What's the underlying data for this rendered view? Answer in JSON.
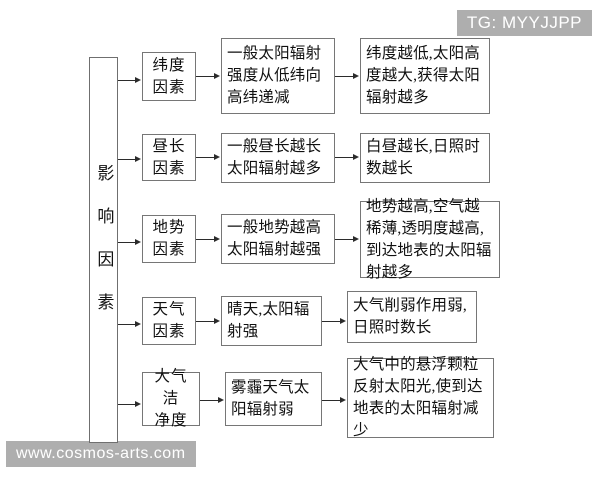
{
  "watermarks": {
    "tg": "TG: MYYJJPP",
    "site": "www.cosmos-arts.com"
  },
  "diagram": {
    "title": "影响因素",
    "trunk_label": "影响因素",
    "rows": [
      {
        "factor": "纬度\n因素",
        "factor_label": "纬度因素",
        "middle": "一般太阳辐射强度从低纬向高纬递减",
        "outcome": "纬度越低,太阳高度越大,获得太阳辐射越多"
      },
      {
        "factor": "昼长\n因素",
        "factor_label": "昼长因素",
        "middle": "一般昼长越长太阳辐射越多",
        "outcome": "白昼越长,日照时数越长"
      },
      {
        "factor": "地势\n因素",
        "factor_label": "地势因素",
        "middle": "一般地势越高太阳辐射越强",
        "outcome": "地势越高,空气越稀薄,透明度越高,到达地表的太阳辐射越多"
      },
      {
        "factor": "天气\n因素",
        "factor_label": "天气因素",
        "middle": "晴天,太阳辐射强",
        "outcome": "大气削弱作用弱,日照时数长"
      },
      {
        "factor": "大气洁\n净度",
        "factor_label": "大气洁净度",
        "middle": "雾霾天气太阳辐射弱",
        "outcome": "大气中的悬浮颗粒反射太阳光,使到达地表的太阳辐射减少"
      }
    ]
  },
  "colors": {
    "background": "#ffffff",
    "box_border": "#767676",
    "trunk_border": "#6f6f6f",
    "arrow": "#2b2b2b",
    "watermark_bg": "#aeaeae",
    "watermark_text": "#ffffff",
    "text": "#101010"
  }
}
